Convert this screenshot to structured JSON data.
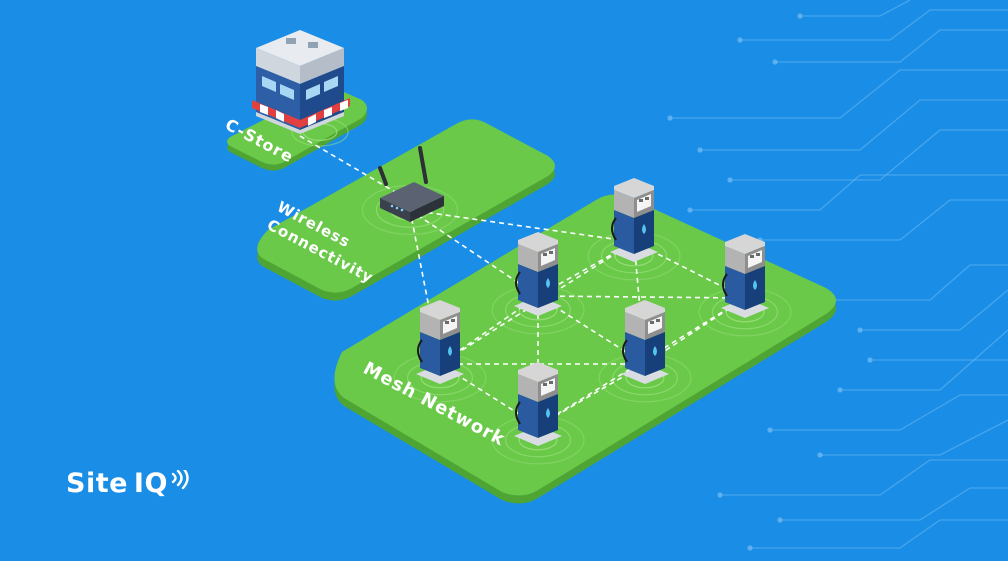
{
  "diagram": {
    "nodes": [
      {
        "id": "cstore",
        "label": "C-Store",
        "type": "building"
      },
      {
        "id": "router",
        "label": "Wireless Connectivity",
        "type": "router"
      },
      {
        "id": "mesh",
        "label": "Mesh Network",
        "type": "zone"
      }
    ],
    "edges": [
      {
        "from": "cstore",
        "to": "router",
        "style": "dashed"
      },
      {
        "from": "router",
        "to": "mesh",
        "style": "dashed"
      }
    ]
  },
  "labels": {
    "cstore": "C-Store",
    "wireless_line1": "Wireless",
    "wireless_line2": "Connectivity",
    "mesh": "Mesh Network"
  },
  "brand": {
    "name": "Site IQ",
    "text_left": "Site",
    "text_right": "IQ",
    "wave_icon": "signal-wave-icon"
  },
  "colors": {
    "background": "#1a8ee6",
    "plate_green": "#6bc94a",
    "plate_edge": "#4ea533",
    "dashed_line": "#ffffff",
    "pump_blue": "#173f7a",
    "pump_gray": "#b9b9b9"
  }
}
